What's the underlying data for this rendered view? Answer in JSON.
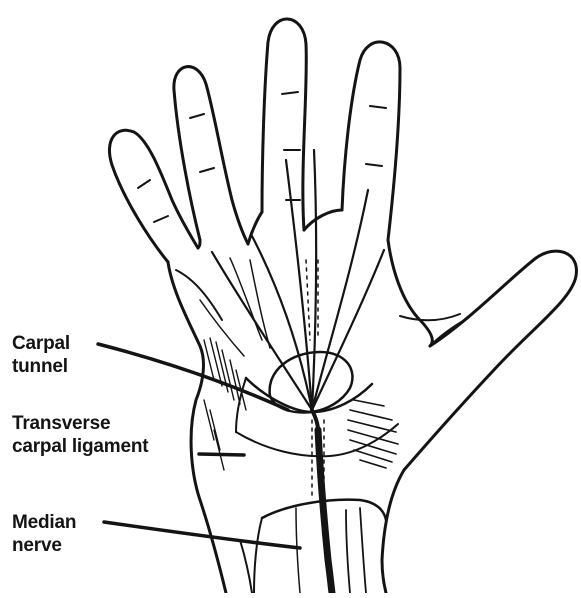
{
  "labels": {
    "carpal_tunnel": {
      "line1": "Carpal",
      "line2": "tunnel"
    },
    "transverse_carpal_ligament": {
      "line1": "Transverse",
      "line2": "carpal ligament"
    },
    "median_nerve": {
      "line1": "Median",
      "line2": "nerve"
    }
  },
  "colors": {
    "ink": "#141414",
    "background": "#ffffff"
  }
}
